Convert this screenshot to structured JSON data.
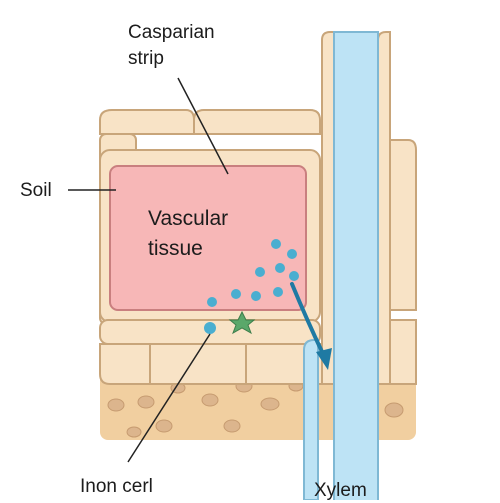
{
  "labels": {
    "casparian_strip": "Casparian strip",
    "soil": "Soil",
    "vascular_tissue": "Vascular tissue",
    "ion_cell": "Inon cerl",
    "xylem": "Xylem"
  },
  "colors": {
    "cell_fill": "#f8e3c6",
    "cell_outline": "#c8a57a",
    "vascular_fill": "#f7b7b7",
    "soil_fill": "#f1cfa0",
    "soil_particle": "#dcb58d",
    "xylem_fill": "#bde3f5",
    "ion_dot": "#4aaed0",
    "arrow": "#1f7aa3",
    "star": "#5aa86a",
    "line": "#222222"
  }
}
